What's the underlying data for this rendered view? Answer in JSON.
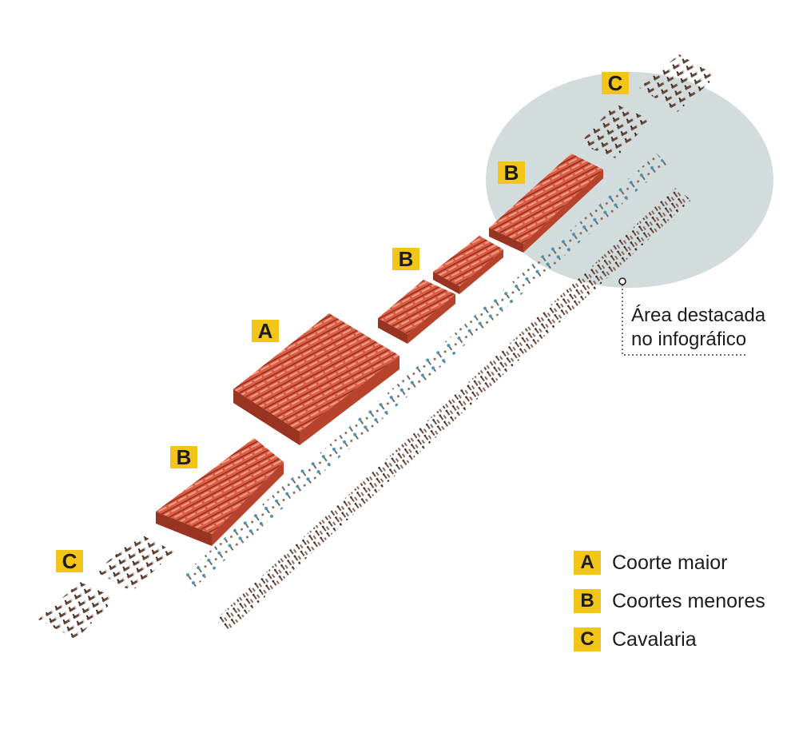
{
  "labels": {
    "a": "A",
    "b": "B",
    "c": "C"
  },
  "callout": {
    "line1": "Área destacada",
    "line2": "no infográfico"
  },
  "legend": [
    {
      "key": "A",
      "text": "Coorte maior"
    },
    {
      "key": "B",
      "text": "Coortes menores"
    },
    {
      "key": "C",
      "text": "Cavalaria"
    }
  ],
  "colors": {
    "label_bg": "#f2c518",
    "cohort_red": "#d9563d",
    "highlight_area": "#cdd8d8",
    "text": "#1c1c1c"
  }
}
